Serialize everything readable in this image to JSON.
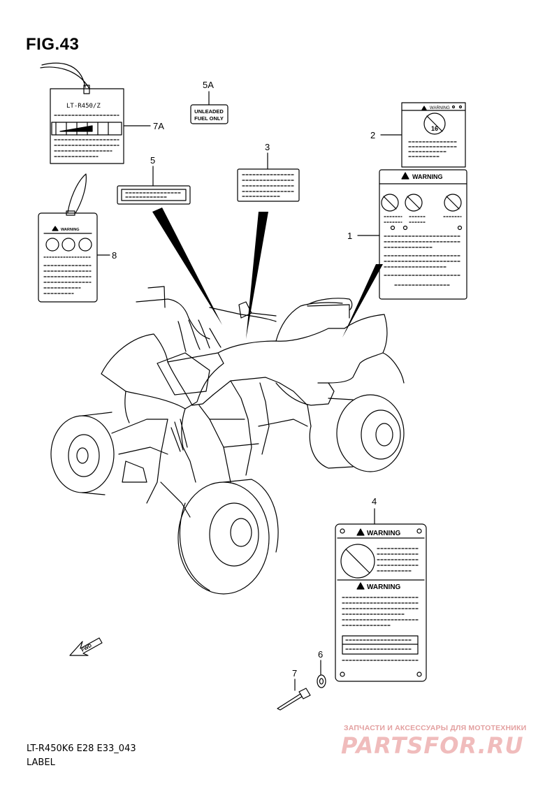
{
  "figure": {
    "title": "FIG.43",
    "code": "LT-R450K6 E28 E33_043",
    "name": "LABEL"
  },
  "callouts": [
    "1",
    "2",
    "3",
    "4",
    "5",
    "5A",
    "6",
    "7",
    "7A",
    "8"
  ],
  "label_texts": {
    "warning": "WARNING",
    "model_tag": "LT-R450/Z",
    "fuel_line1": "UNLEADED",
    "fuel_line2": "FUEL ONLY",
    "age_badge": "16",
    "fwd": "FWD"
  },
  "watermark": {
    "subtitle": "ЗАПЧАСТИ И АКСЕССУАРЫ ДЛЯ МОТОТЕХНИКИ",
    "brand": "PARTSFOR.RU",
    "color": "#f0bcbc"
  }
}
